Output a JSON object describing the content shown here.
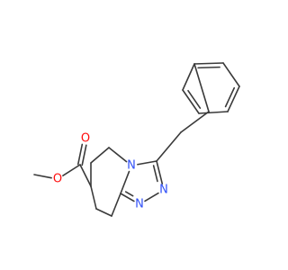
{
  "colors": {
    "bond": "#3a3a3a",
    "oxygen": "#ff0d0d",
    "nitrogen": "#3050f8",
    "background": "#ffffff"
  },
  "molecule": {
    "atoms": [
      {
        "id": "ph1",
        "label": ""
      },
      {
        "id": "ph2",
        "label": ""
      },
      {
        "id": "ph3",
        "label": ""
      },
      {
        "id": "ph4",
        "label": ""
      },
      {
        "id": "ph5",
        "label": ""
      },
      {
        "id": "ph6",
        "label": ""
      },
      {
        "id": "ch2a",
        "label": ""
      },
      {
        "id": "ch2b",
        "label": ""
      },
      {
        "id": "c3",
        "label": ""
      },
      {
        "id": "n4",
        "label": "N",
        "element": "nitrogen"
      },
      {
        "id": "n2",
        "label": "N",
        "element": "nitrogen"
      },
      {
        "id": "n1",
        "label": "N",
        "element": "nitrogen"
      },
      {
        "id": "c8a",
        "label": ""
      },
      {
        "id": "c5",
        "label": ""
      },
      {
        "id": "c6",
        "label": ""
      },
      {
        "id": "c7",
        "label": ""
      },
      {
        "id": "c8",
        "label": ""
      },
      {
        "id": "c9",
        "label": ""
      },
      {
        "id": "cco",
        "label": ""
      },
      {
        "id": "o_dbl",
        "label": "O",
        "element": "oxygen"
      },
      {
        "id": "o_est",
        "label": "O",
        "element": "oxygen"
      },
      {
        "id": "ch3",
        "label": ""
      }
    ],
    "bonds": [
      {
        "from": "ph1",
        "to": "ph2",
        "order": 1
      },
      {
        "from": "ph2",
        "to": "ph3",
        "order": 2
      },
      {
        "from": "ph3",
        "to": "ph4",
        "order": 1
      },
      {
        "from": "ph4",
        "to": "ph5",
        "order": 2
      },
      {
        "from": "ph5",
        "to": "ph6",
        "order": 1
      },
      {
        "from": "ph6",
        "to": "ph1",
        "order": 2
      },
      {
        "from": "ph6",
        "to": "ch2a",
        "order": 1
      },
      {
        "from": "ch2a",
        "to": "ch2b",
        "order": 1
      },
      {
        "from": "ch2b",
        "to": "c3",
        "order": 1
      },
      {
        "from": "c3",
        "to": "n4",
        "order": 1
      },
      {
        "from": "c3",
        "to": "n2",
        "order": 2
      },
      {
        "from": "n2",
        "to": "n1",
        "order": 1
      },
      {
        "from": "n1",
        "to": "c8a",
        "order": 2
      },
      {
        "from": "c8a",
        "to": "n4",
        "order": 1
      },
      {
        "from": "n4",
        "to": "c5",
        "order": 1
      },
      {
        "from": "c5",
        "to": "c6",
        "order": 1
      },
      {
        "from": "c6",
        "to": "c7",
        "order": 1
      },
      {
        "from": "c7",
        "to": "c8",
        "order": 1
      },
      {
        "from": "c8",
        "to": "c9",
        "order": 1
      },
      {
        "from": "c9",
        "to": "c8a",
        "order": 1
      },
      {
        "from": "c7",
        "to": "cco",
        "order": 1
      },
      {
        "from": "cco",
        "to": "o_dbl",
        "order": 2
      },
      {
        "from": "cco",
        "to": "o_est",
        "order": 1
      },
      {
        "from": "o_est",
        "to": "ch3",
        "order": 1
      }
    ]
  }
}
